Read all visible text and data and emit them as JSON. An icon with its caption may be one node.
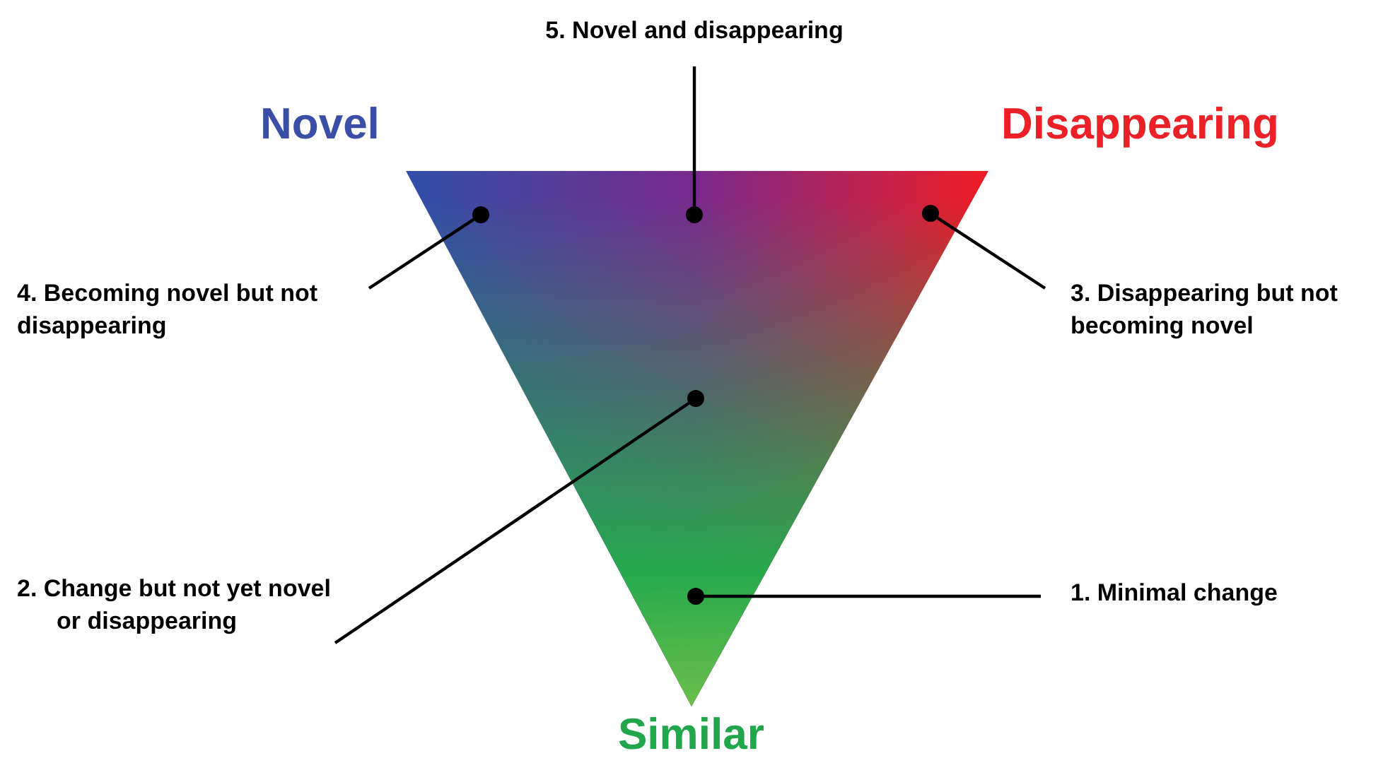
{
  "diagram": {
    "nodes": [
      {
        "text": [],
        "shape": "triangle",
        "beside": [
          "Novel",
          "Disappearing",
          "Similar"
        ]
      },
      {
        "text": [
          "5. Novel and disappearing"
        ]
      },
      {
        "text": [
          "4. Becoming novel but not disappearing"
        ]
      },
      {
        "text": [
          "3. Disappearing but not becoming novel"
        ]
      },
      {
        "text": [
          "2. Change but not yet novel or disappearing"
        ]
      },
      {
        "text": [
          "1. Minimal change"
        ]
      },
      {
        "text": [],
        "shape": "circle",
        "in": 0
      },
      {
        "text": [],
        "shape": "circle",
        "in": 0
      },
      {
        "text": [],
        "shape": "circle",
        "in": 0
      },
      {
        "text": [],
        "shape": "circle",
        "in": 0
      },
      {
        "text": [],
        "shape": "circle",
        "in": 0
      }
    ],
    "edges": [
      {
        "from": 1,
        "to": 7,
        "arrow": "none"
      },
      {
        "from": 2,
        "to": 6,
        "arrow": "none"
      },
      {
        "from": 3,
        "to": 8,
        "arrow": "none"
      },
      {
        "from": 4,
        "to": 9,
        "arrow": "none"
      },
      {
        "from": 5,
        "to": 10,
        "arrow": "none"
      }
    ]
  }
}
